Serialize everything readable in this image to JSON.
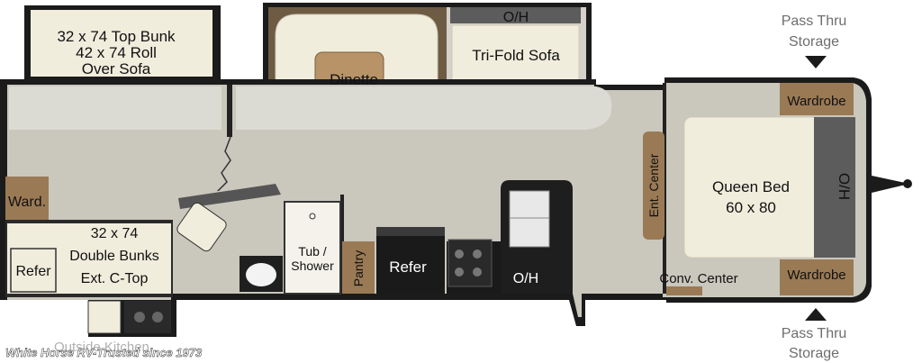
{
  "colors": {
    "exterior": "#1b1b1b",
    "floor": "#cac7bd",
    "carpet": "#dcdbd3",
    "cream": "#f1eddd",
    "wood": "#9a7a55",
    "dark_panel": "#3a3a3a",
    "gray_text": "#6e6e6e",
    "footer_text": "#ffffff"
  },
  "labels": {
    "top_bunk_line1": "32 x 74 Top Bunk",
    "top_bunk_line2": "42 x 74 Roll",
    "top_bunk_line3": "Over Sofa",
    "dinette": "Dinette",
    "oh_top": "O/H",
    "tri_fold_sofa": "Tri-Fold Sofa",
    "pass_thru_top_line1": "Pass Thru",
    "pass_thru_top_line2": "Storage",
    "wardrobe_top": "Wardrobe",
    "wardrobe_bottom": "Wardrobe",
    "queen_bed_line1": "Queen Bed",
    "queen_bed_line2": "60 x 80",
    "oh_bed": "O/H",
    "ent_center": "Ent. Center",
    "ward_left": "Ward.",
    "double_bunks_line1": "32 x 74",
    "double_bunks_line2": "Double Bunks",
    "double_bunks_line3": "Ext. C-Top",
    "refer_left": "Refer",
    "tub_shower_line1": "Tub /",
    "tub_shower_line2": "Shower",
    "pantry": "Pantry",
    "refer_kitchen": "Refer",
    "oh_kitchen": "O/H",
    "conv_center": "Conv. Center",
    "pass_thru_bottom_line1": "Pass Thru",
    "pass_thru_bottom_line2": "Storage",
    "outside_kitchen": "Outside Kitchen"
  },
  "footer": {
    "tagline": "White Horse RV-Trusted since 1973"
  }
}
